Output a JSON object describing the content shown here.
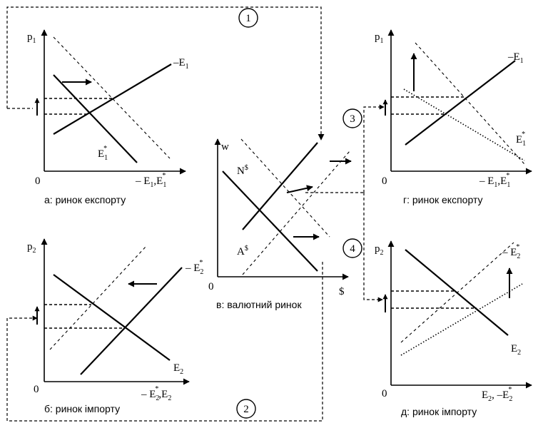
{
  "panels": {
    "a": {
      "caption": "а: ринок експорту",
      "y_axis": "p",
      "y_axis_sub": "1",
      "origin": "0",
      "x_axis": "– E",
      "x_axis_sub": "1",
      "x_axis_2": ",E",
      "x_axis_2_sub": "1",
      "x_axis_2_star": "*",
      "curve_supply": "–E",
      "curve_supply_sub": "1",
      "curve_demand": "E",
      "curve_demand_sub": "1",
      "curve_demand_star": "*"
    },
    "b": {
      "caption": "б: ринок імпорту",
      "y_axis": "p",
      "y_axis_sub": "2",
      "origin": "0",
      "x_axis": "– E",
      "x_axis_sub": "2",
      "x_axis_star": "*",
      "x_axis_2": ",E",
      "x_axis_2_sub": "2",
      "curve_supply": "– E",
      "curve_supply_sub": "2",
      "curve_supply_star": "*",
      "curve_demand": "E",
      "curve_demand_sub": "2"
    },
    "v": {
      "caption": "в: валютний ринок",
      "y_axis": "w",
      "origin": "0",
      "x_axis": "$",
      "curve_demand": "N",
      "curve_demand_sup": "$",
      "curve_supply": "A",
      "curve_supply_sup": "$"
    },
    "g": {
      "caption": "г: ринок експорту",
      "y_axis": "p",
      "y_axis_sub": "1",
      "origin": "0",
      "x_axis": "– E",
      "x_axis_sub": "1",
      "x_axis_2": ",E",
      "x_axis_2_sub": "1",
      "x_axis_2_star": "*",
      "curve_supply": "–E",
      "curve_supply_sub": "1",
      "curve_demand": "E",
      "curve_demand_sub": "1",
      "curve_demand_star": "*"
    },
    "d": {
      "caption": "д: ринок імпорту",
      "y_axis": "p",
      "y_axis_sub": "2",
      "origin": "0",
      "x_axis": "E",
      "x_axis_sub": "2",
      "x_axis_2": ", –E",
      "x_axis_2_sub": "2",
      "x_axis_2_star": "*",
      "curve_supply": "– E",
      "curve_supply_sub": "2",
      "curve_supply_star": "*",
      "curve_demand": "E",
      "curve_demand_sub": "2"
    }
  },
  "steps": [
    "1",
    "2",
    "3",
    "4"
  ]
}
